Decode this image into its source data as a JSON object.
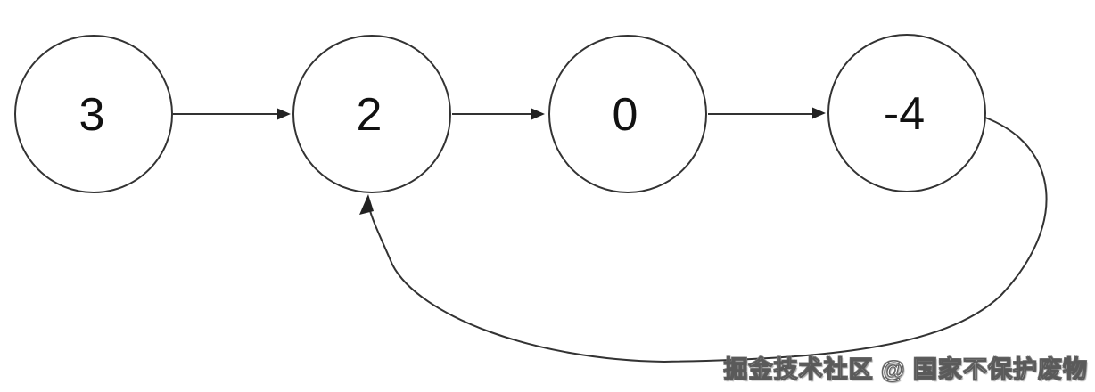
{
  "diagram": {
    "type": "singly-linked-list-with-cycle",
    "nodes": [
      {
        "value": "3"
      },
      {
        "value": "2"
      },
      {
        "value": "0"
      },
      {
        "value": "-4"
      }
    ],
    "edges": [
      {
        "from": "3",
        "to": "2",
        "style": "straight-arrow"
      },
      {
        "from": "2",
        "to": "0",
        "style": "straight-arrow"
      },
      {
        "from": "0",
        "to": "-4",
        "style": "straight-arrow"
      },
      {
        "from": "-4",
        "to": "2",
        "style": "curved-cycle-arrow"
      }
    ],
    "colors": {
      "node_stroke": "#333333",
      "node_fill": "#ffffff",
      "value_text": "#111111",
      "background": "#ffffff"
    }
  },
  "watermark": {
    "text": "掘金技术社区 @ 国家不保护废物",
    "fill": "#ffffff",
    "outline": "#5a5a5a"
  }
}
